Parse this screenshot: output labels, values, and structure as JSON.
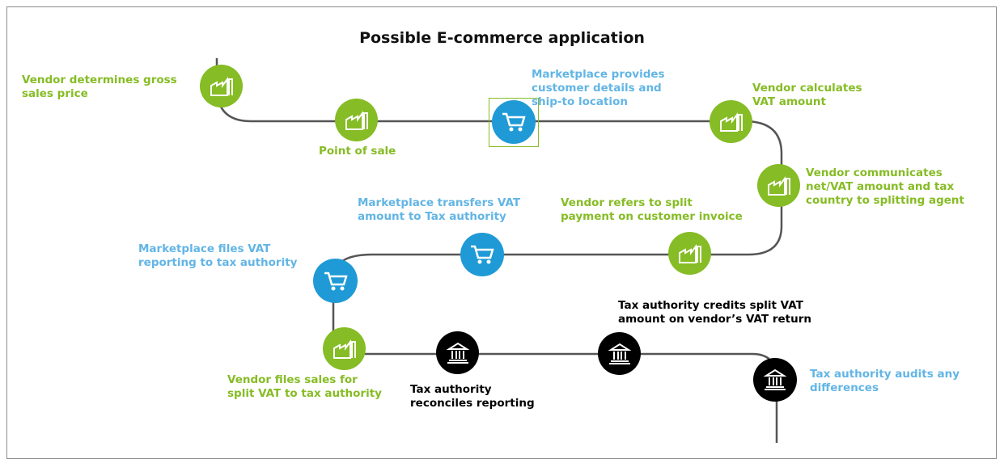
{
  "title": "Possible E-commerce application",
  "colors": {
    "vendor": "#86bc25",
    "marketplace": "#1f9ad6",
    "marketplace_text": "#62b5e5",
    "tax_authority": "#000000",
    "path": "#555555"
  },
  "steps": [
    {
      "label": "Vendor determines gross\nsales price",
      "icon": "factory-icon",
      "actor": "vendor"
    },
    {
      "label": "Point of sale",
      "icon": "factory-icon",
      "actor": "vendor"
    },
    {
      "label": "Marketplace provides\ncustomer details and\nship-to location",
      "icon": "shopping-cart-icon",
      "actor": "marketplace"
    },
    {
      "label": "Vendor calculates\nVAT amount",
      "icon": "factory-icon",
      "actor": "vendor"
    },
    {
      "label": "Vendor communicates\nnet/VAT amount and tax\ncountry to splitting agent",
      "icon": "factory-icon",
      "actor": "vendor"
    },
    {
      "label": "Vendor refers to split\npayment on customer invoice",
      "icon": "factory-icon",
      "actor": "vendor"
    },
    {
      "label": "Marketplace transfers VAT\namount to Tax authority",
      "icon": "shopping-cart-icon",
      "actor": "marketplace"
    },
    {
      "label": "Marketplace files VAT\nreporting to tax authority",
      "icon": "shopping-cart-icon",
      "actor": "marketplace"
    },
    {
      "label": "Vendor files sales for\nsplit VAT to tax authority",
      "icon": "factory-icon",
      "actor": "vendor"
    },
    {
      "label": "Tax authority\nreconciles reporting",
      "icon": "bank-building-icon",
      "actor": "tax_authority"
    },
    {
      "label": "Tax authority credits split VAT\namount on vendor’s VAT return",
      "icon": "bank-building-icon",
      "actor": "tax_authority"
    },
    {
      "label": "Tax authority audits any\ndifferences",
      "icon": "bank-building-icon",
      "actor": "tax_authority"
    }
  ]
}
